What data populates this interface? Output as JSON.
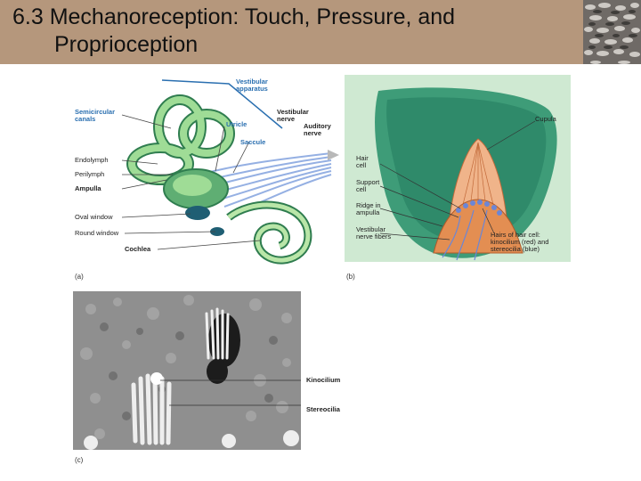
{
  "slide": {
    "title_line1": "6.3 Mechanoreception: Touch, Pressure, and",
    "title_line2": "Proprioception"
  },
  "figure_a": {
    "caption": "(a)",
    "labels": {
      "vestibular_apparatus": "Vestibular apparatus",
      "semicircular_canals": "Semicircular canals",
      "vestibular_nerve": "Vestibular nerve",
      "utricle": "Utricle",
      "auditory_nerve": "Auditory nerve",
      "saccule": "Saccule",
      "endolymph": "Endolymph",
      "perilymph": "Perilymph",
      "ampulla": "Ampulla",
      "oval_window": "Oval window",
      "round_window": "Round window",
      "cochlea": "Cochlea"
    }
  },
  "figure_b": {
    "caption": "(b)",
    "labels": {
      "cupula": "Cupula",
      "hair_cell": "Hair cell",
      "support_cell": "Support cell",
      "ridge_in_ampulla": "Ridge in ampulla",
      "vestibular_nerve_fibers": "Vestibular nerve fibers",
      "hairs_of_hair_cell": "Hairs of hair cell: kinocilium (red) and stereocilia (blue)"
    }
  },
  "figure_c": {
    "caption": "(c)",
    "labels": {
      "kinocilium": "Kinocilium",
      "stereocilia": "Stereocilia"
    }
  },
  "colors": {
    "title_bar": "#b5977c",
    "inner_ear_green": "#8fd08a",
    "nerve_blue": "#8aa8e0",
    "label_blue": "#2a6fb0"
  }
}
